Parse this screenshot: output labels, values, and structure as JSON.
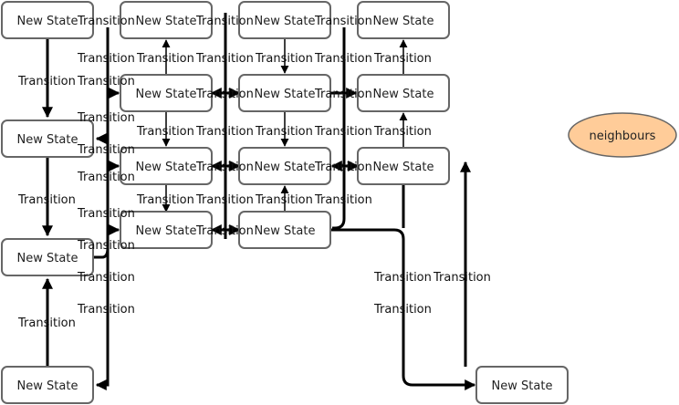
{
  "state_label": "New State",
  "transition_label": "Transition",
  "neighbours_label": "neighbours",
  "colors": {
    "oval_fill": "#ffcc99",
    "box_stroke": "#666666",
    "edge": "#000000"
  }
}
